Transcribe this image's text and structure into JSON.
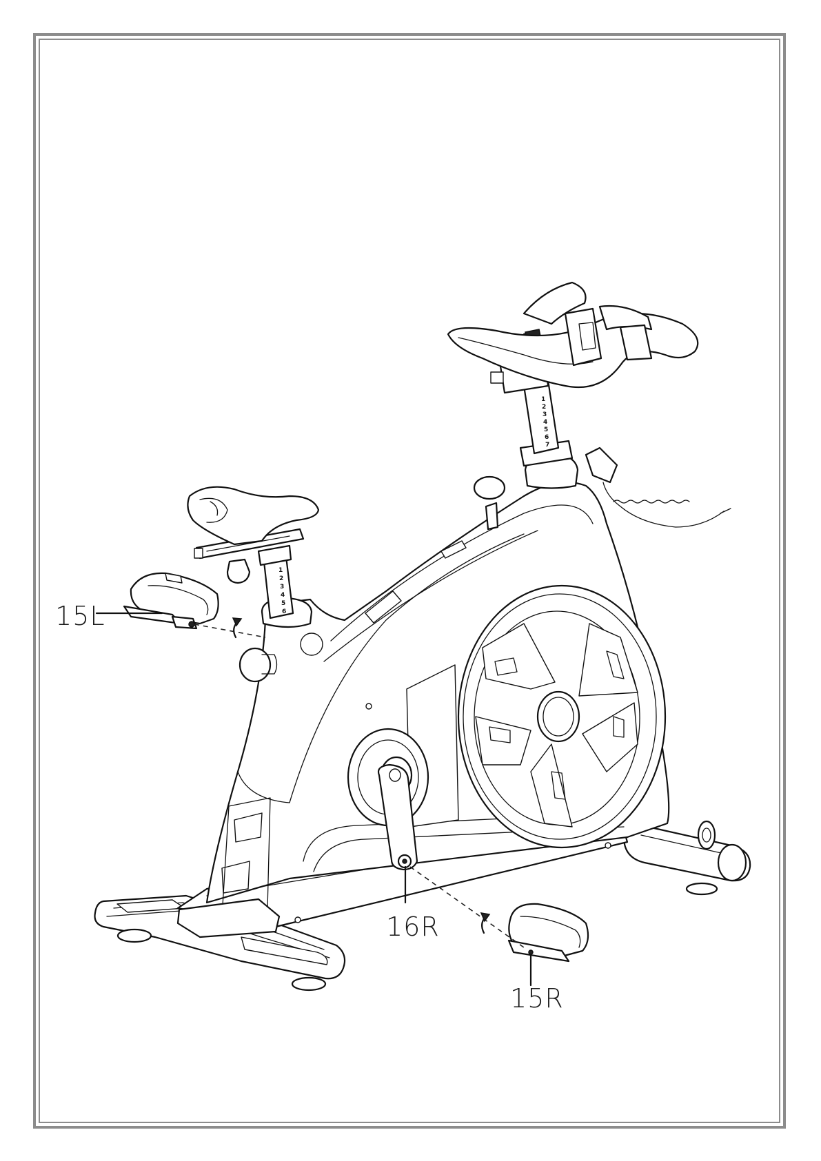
{
  "diagram": {
    "callouts": {
      "left_pedal": "15L",
      "right_pedal": "15R",
      "right_crank": "16R"
    },
    "seat_post_scale": [
      "1",
      "2",
      "3",
      "4",
      "5",
      "6"
    ],
    "handlebar_post_scale": [
      "1",
      "2",
      "3",
      "4",
      "5",
      "6",
      "7"
    ],
    "colors": {
      "line": "#111111",
      "frame_border": "#8c8c8c",
      "background": "#ffffff"
    },
    "rotation_arrows": [
      "left-pedal-rotation-arrow",
      "right-pedal-rotation-arrow"
    ]
  }
}
